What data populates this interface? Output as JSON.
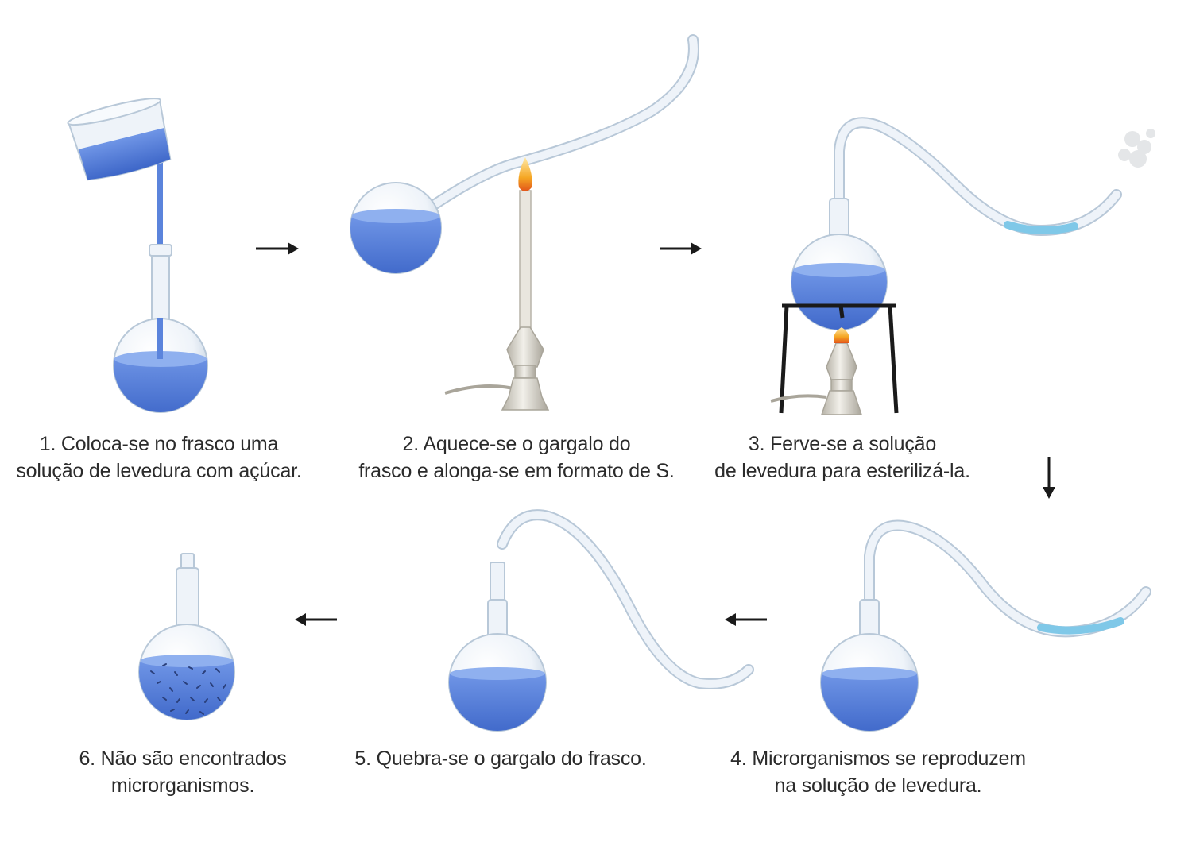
{
  "steps": [
    {
      "line1": "1. Coloca-se no frasco uma",
      "line2": "solução de levedura com açúcar."
    },
    {
      "line1": "2. Aquece-se o gargalo do",
      "line2": "frasco e alonga-se em formato de S."
    },
    {
      "line1": "3. Ferve-se a solução",
      "line2": "de levedura para esterilizá-la."
    },
    {
      "line1": "4. Microrganismos se reproduzem",
      "line2": "na solução de levedura."
    },
    {
      "line1": "5. Quebra-se o gargalo do frasco.",
      "line2": ""
    },
    {
      "line1": "6. Não são encontrados",
      "line2": "microrganismos."
    }
  ],
  "colors": {
    "liquid": "#4a78d8",
    "liquid_light": "#7ea6ee",
    "glass": "#e8f0f8",
    "glass_stroke": "#b8c8d8",
    "trapped_liquid": "#7fc8e8",
    "flame": "#f5a623",
    "stand": "#1a1a1a",
    "arrow": "#1a1a1a",
    "caption": "#2b2b2b"
  }
}
